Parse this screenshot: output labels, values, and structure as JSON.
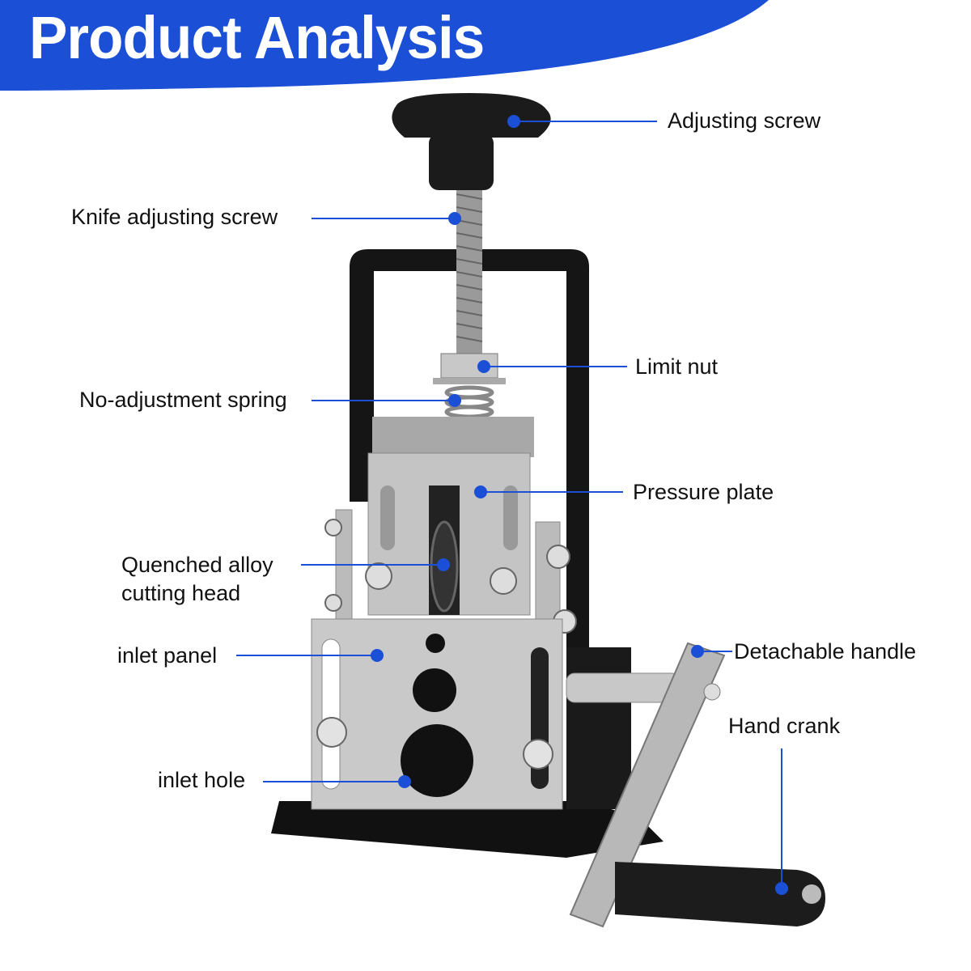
{
  "header": {
    "title": "Product Analysis",
    "accent_color": "#1a4fd6"
  },
  "callouts": [
    {
      "label": "Adjusting screw"
    },
    {
      "label": "Knife adjusting screw"
    },
    {
      "label": "Limit nut"
    },
    {
      "label": "No-adjustment spring"
    },
    {
      "label": "Pressure plate"
    },
    {
      "label": "Quenched alloy",
      "label2": "cutting head"
    },
    {
      "label": "inlet panel"
    },
    {
      "label": "Detachable handle"
    },
    {
      "label": "Hand crank"
    },
    {
      "label": "inlet hole"
    }
  ]
}
